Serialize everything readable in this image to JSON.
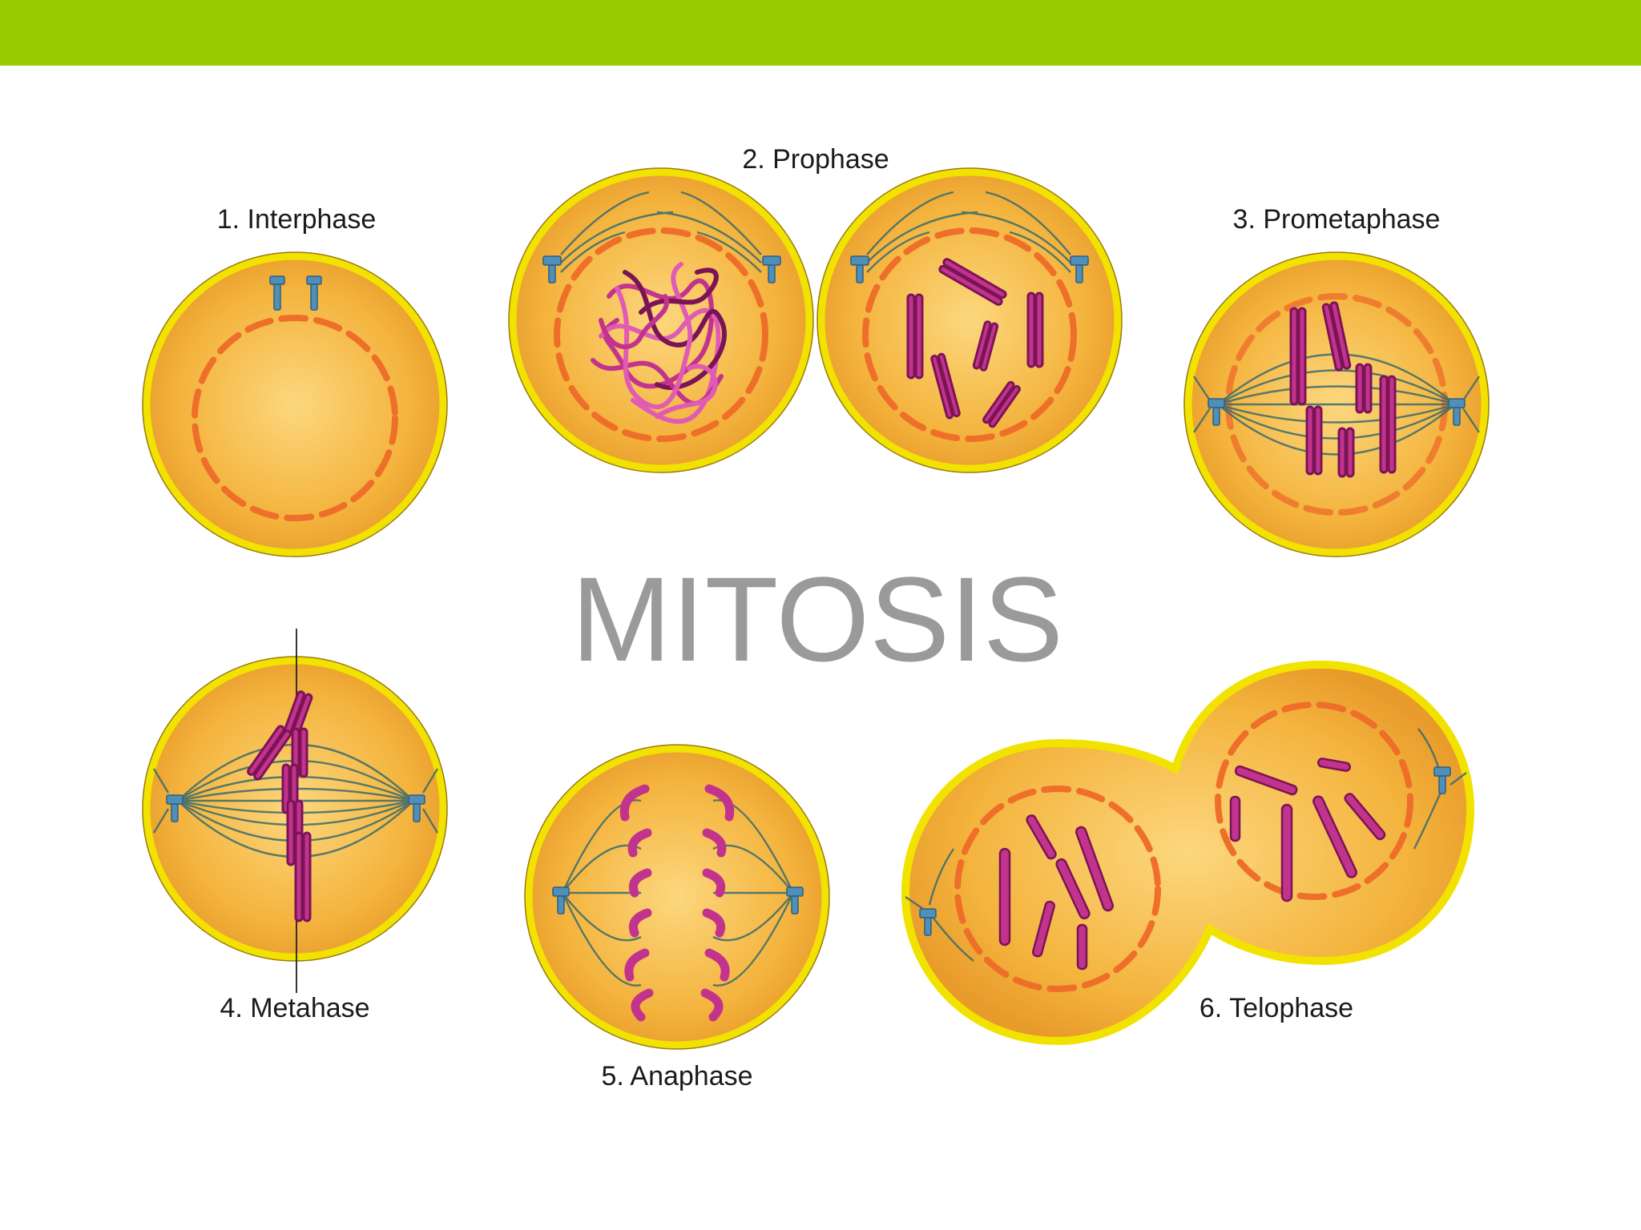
{
  "header": {
    "bar_color": "#99cc00"
  },
  "title": "MITOSIS",
  "phases": [
    {
      "label": "1. Interphase"
    },
    {
      "label": "2. Prophase"
    },
    {
      "label": "3. Prometaphase"
    },
    {
      "label": "4. Metahase"
    },
    {
      "label": "5. Anaphase"
    },
    {
      "label": "6. Telophase"
    }
  ],
  "colors": {
    "cytoplasm": "#f3b13b",
    "cytoplasm_highlight": "#fbd67a",
    "membrane": "#f2e200",
    "membrane_edge": "#9a7a10",
    "nuclear_envelope": "#ee6f2a",
    "chromosome": "#c2338d",
    "chromosome_dark": "#7a1456",
    "chromatin_light": "#e05cb4",
    "spindle": "#3a6b6b",
    "centrosome": "#4f8fb8",
    "title_gray": "#9a9a9a"
  }
}
